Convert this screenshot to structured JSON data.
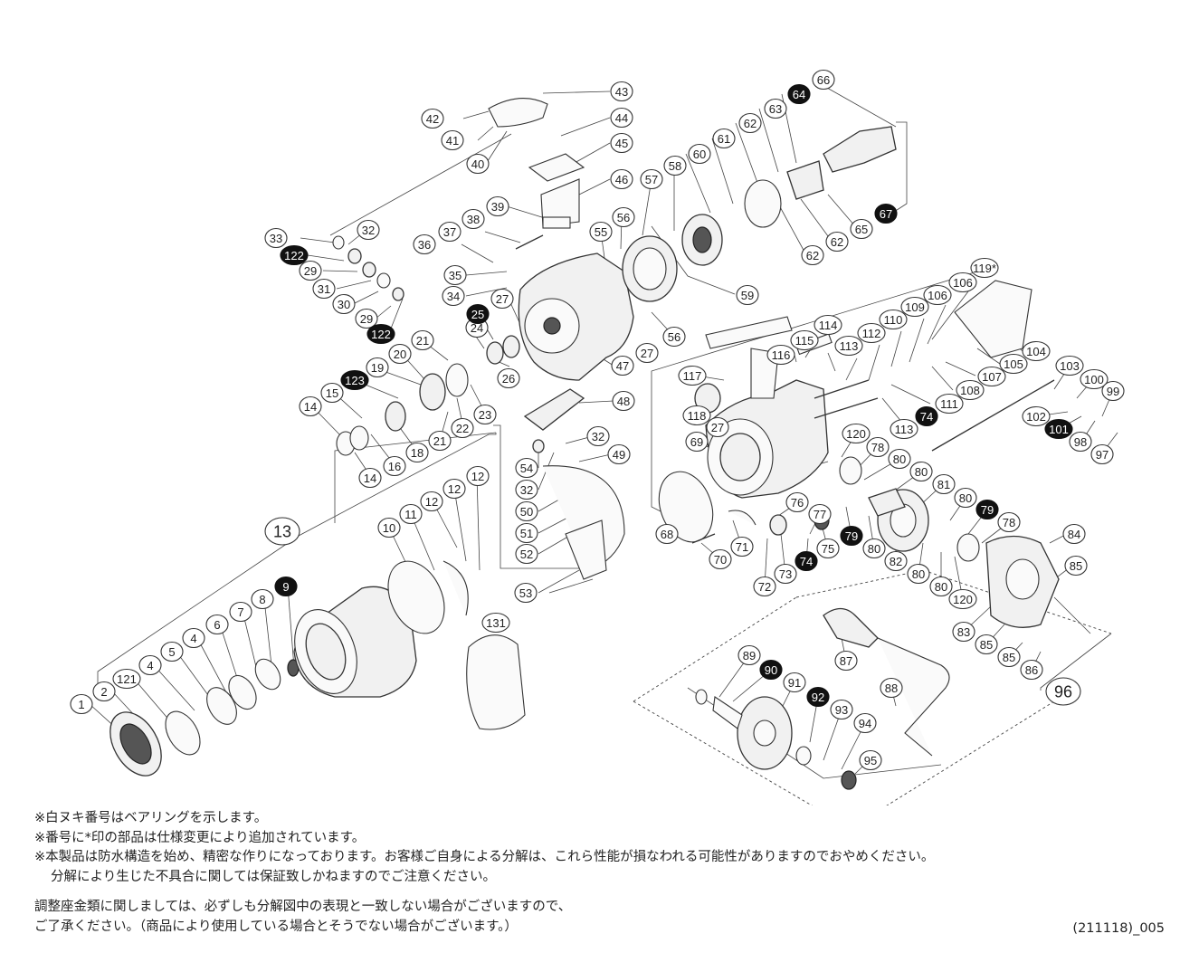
{
  "notes": [
    "※白ヌキ番号はベアリングを示します。",
    "※番号に*印の部品は仕様変更により追加されています。",
    "※本製品は防水構造を始め、精密な作りになっております。お客様ご自身による分解は、これら性能が損なわれる可能性がありますのでおやめください。",
    "分解により生じた不具合に関しては保証致しかねますのでご注意ください。",
    "調整座金類に関しましては、必ずしも分解図中の表現と一致しない場合がございますので、",
    "ご了承ください。（商品により使用している場合とそうでない場合がございます。）"
  ],
  "code": "(211118)_005",
  "colors": {
    "ink": "#222222",
    "bearing_fill": "#111111",
    "paper": "#ffffff"
  },
  "callouts": [
    {
      "label": "1"
    },
    {
      "label": "2"
    },
    {
      "label": "121"
    },
    {
      "label": "4"
    },
    {
      "label": "5"
    },
    {
      "label": "4"
    },
    {
      "label": "6"
    },
    {
      "label": "7"
    },
    {
      "label": "8"
    },
    {
      "label": "9",
      "bearing": true
    },
    {
      "label": "13",
      "big": true
    },
    {
      "label": "10"
    },
    {
      "label": "11"
    },
    {
      "label": "12"
    },
    {
      "label": "12"
    },
    {
      "label": "12"
    },
    {
      "label": "131"
    },
    {
      "label": "14"
    },
    {
      "label": "15"
    },
    {
      "label": "14"
    },
    {
      "label": "16"
    },
    {
      "label": "18"
    },
    {
      "label": "123",
      "bearing": true
    },
    {
      "label": "19"
    },
    {
      "label": "20"
    },
    {
      "label": "21"
    },
    {
      "label": "21"
    },
    {
      "label": "22"
    },
    {
      "label": "23"
    },
    {
      "label": "24"
    },
    {
      "label": "25",
      "bearing": true
    },
    {
      "label": "26"
    },
    {
      "label": "27"
    },
    {
      "label": "33"
    },
    {
      "label": "32"
    },
    {
      "label": "122",
      "bearing": true
    },
    {
      "label": "29"
    },
    {
      "label": "31"
    },
    {
      "label": "30"
    },
    {
      "label": "29"
    },
    {
      "label": "122",
      "bearing": true
    },
    {
      "label": "36"
    },
    {
      "label": "37"
    },
    {
      "label": "38"
    },
    {
      "label": "39"
    },
    {
      "label": "35"
    },
    {
      "label": "34"
    },
    {
      "label": "42"
    },
    {
      "label": "41"
    },
    {
      "label": "40"
    },
    {
      "label": "43"
    },
    {
      "label": "44"
    },
    {
      "label": "45"
    },
    {
      "label": "46"
    },
    {
      "label": "55"
    },
    {
      "label": "56"
    },
    {
      "label": "57"
    },
    {
      "label": "58"
    },
    {
      "label": "27"
    },
    {
      "label": "56"
    },
    {
      "label": "47"
    },
    {
      "label": "48"
    },
    {
      "label": "32"
    },
    {
      "label": "49"
    },
    {
      "label": "54"
    },
    {
      "label": "32"
    },
    {
      "label": "50"
    },
    {
      "label": "51"
    },
    {
      "label": "52"
    },
    {
      "label": "53"
    },
    {
      "label": "60"
    },
    {
      "label": "61"
    },
    {
      "label": "62"
    },
    {
      "label": "63"
    },
    {
      "label": "64",
      "bearing": true
    },
    {
      "label": "66"
    },
    {
      "label": "67",
      "bearing": true
    },
    {
      "label": "65"
    },
    {
      "label": "62"
    },
    {
      "label": "62"
    },
    {
      "label": "59"
    },
    {
      "label": "119*"
    },
    {
      "label": "106"
    },
    {
      "label": "106"
    },
    {
      "label": "109"
    },
    {
      "label": "110"
    },
    {
      "label": "112"
    },
    {
      "label": "113"
    },
    {
      "label": "114"
    },
    {
      "label": "115"
    },
    {
      "label": "116"
    },
    {
      "label": "117"
    },
    {
      "label": "104"
    },
    {
      "label": "105"
    },
    {
      "label": "107"
    },
    {
      "label": "108"
    },
    {
      "label": "111"
    },
    {
      "label": "113"
    },
    {
      "label": "74",
      "bearing": true
    },
    {
      "label": "103"
    },
    {
      "label": "100"
    },
    {
      "label": "99"
    },
    {
      "label": "102"
    },
    {
      "label": "101",
      "bearing": true
    },
    {
      "label": "98"
    },
    {
      "label": "97"
    },
    {
      "label": "118"
    },
    {
      "label": "27"
    },
    {
      "label": "69"
    },
    {
      "label": "120"
    },
    {
      "label": "78"
    },
    {
      "label": "80"
    },
    {
      "label": "80"
    },
    {
      "label": "81"
    },
    {
      "label": "76"
    },
    {
      "label": "77"
    },
    {
      "label": "80"
    },
    {
      "label": "79",
      "bearing": true
    },
    {
      "label": "78"
    },
    {
      "label": "84"
    },
    {
      "label": "85"
    },
    {
      "label": "68"
    },
    {
      "label": "70"
    },
    {
      "label": "71"
    },
    {
      "label": "72"
    },
    {
      "label": "73"
    },
    {
      "label": "74",
      "bearing": true
    },
    {
      "label": "75"
    },
    {
      "label": "79",
      "bearing": true
    },
    {
      "label": "80"
    },
    {
      "label": "82"
    },
    {
      "label": "80"
    },
    {
      "label": "80"
    },
    {
      "label": "120"
    },
    {
      "label": "83"
    },
    {
      "label": "85"
    },
    {
      "label": "85"
    },
    {
      "label": "86"
    },
    {
      "label": "87"
    },
    {
      "label": "88"
    },
    {
      "label": "96",
      "big": true
    },
    {
      "label": "89"
    },
    {
      "label": "90",
      "bearing": true
    },
    {
      "label": "91"
    },
    {
      "label": "92",
      "bearing": true
    },
    {
      "label": "93"
    },
    {
      "label": "94"
    },
    {
      "label": "95"
    }
  ]
}
